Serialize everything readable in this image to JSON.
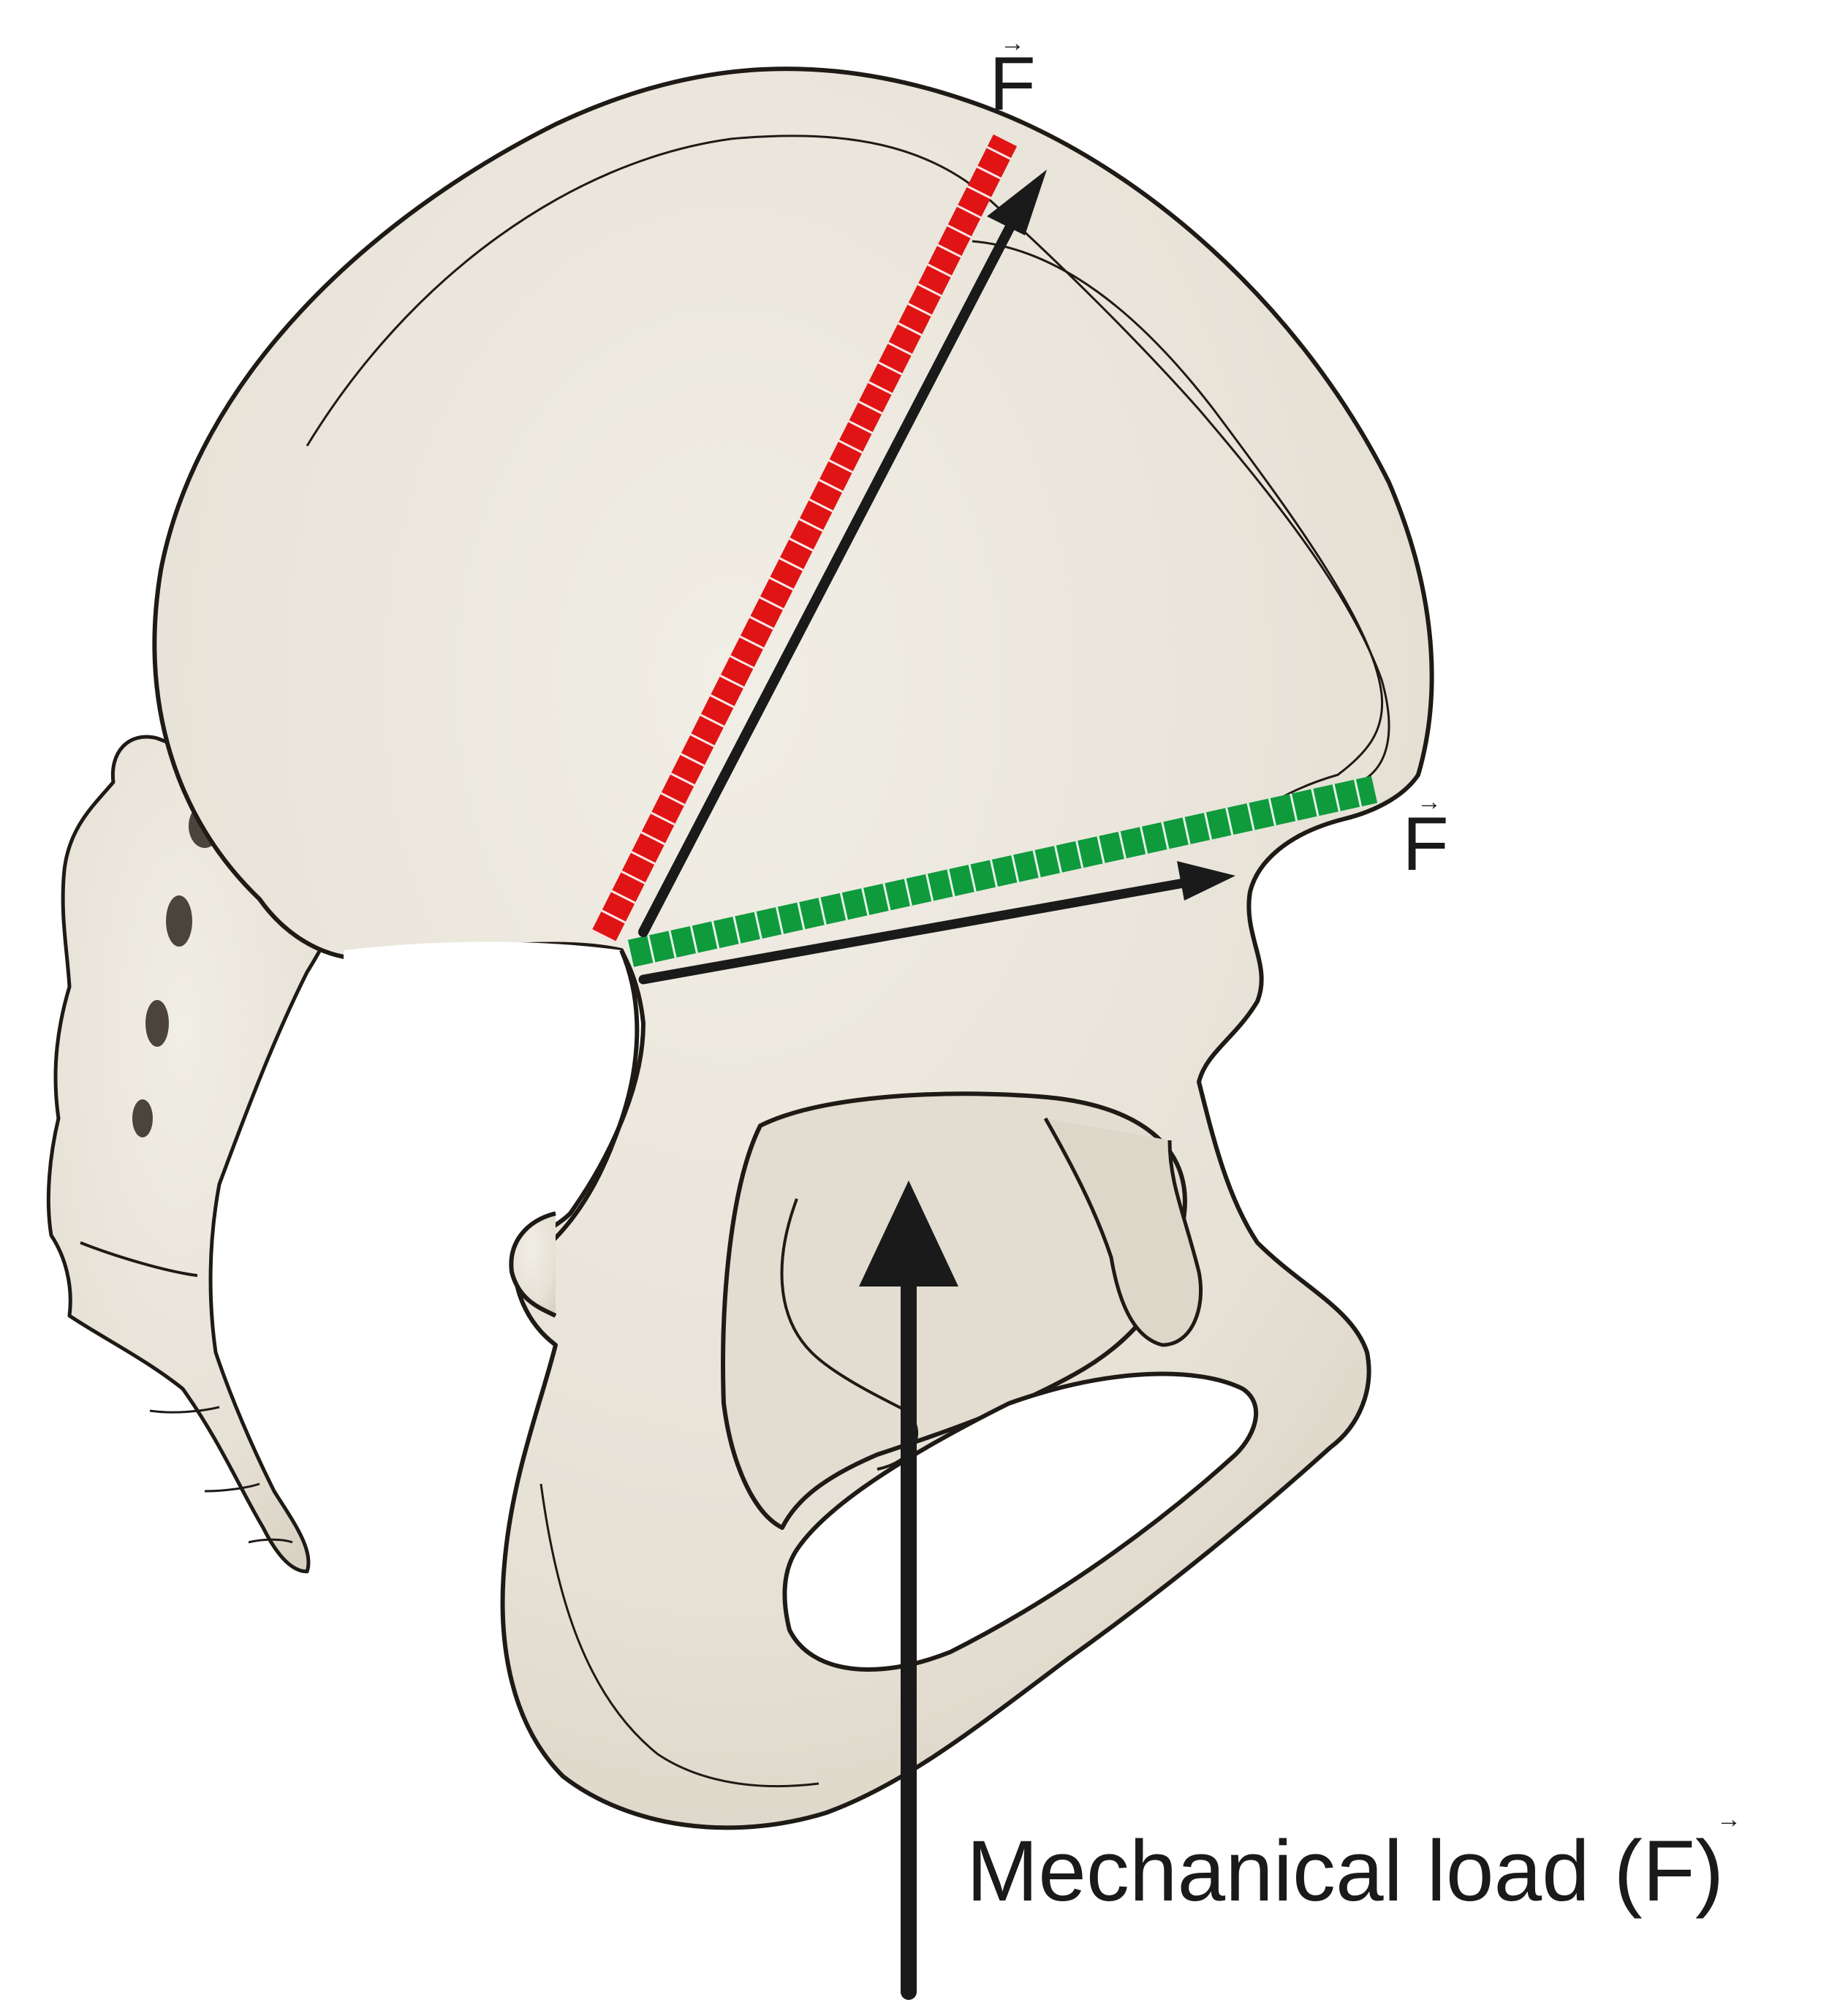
{
  "labels": {
    "force_symbol": "F",
    "force_vector_arrow": "→",
    "caption": "Mechanical load (",
    "caption_symbol": "F",
    "caption_close": ")"
  },
  "colors": {
    "bone_fill": "#ebe7dc",
    "bone_shade": "#dcd6c8",
    "outline": "#1e1a16",
    "red_band": "#e01414",
    "green_band": "#0f9a3c",
    "arrow": "#1a1a1a",
    "background": "#ffffff"
  },
  "icons": {
    "load_arrow": "arrow-up-icon",
    "force_arrow": "vector-arrow-icon"
  }
}
